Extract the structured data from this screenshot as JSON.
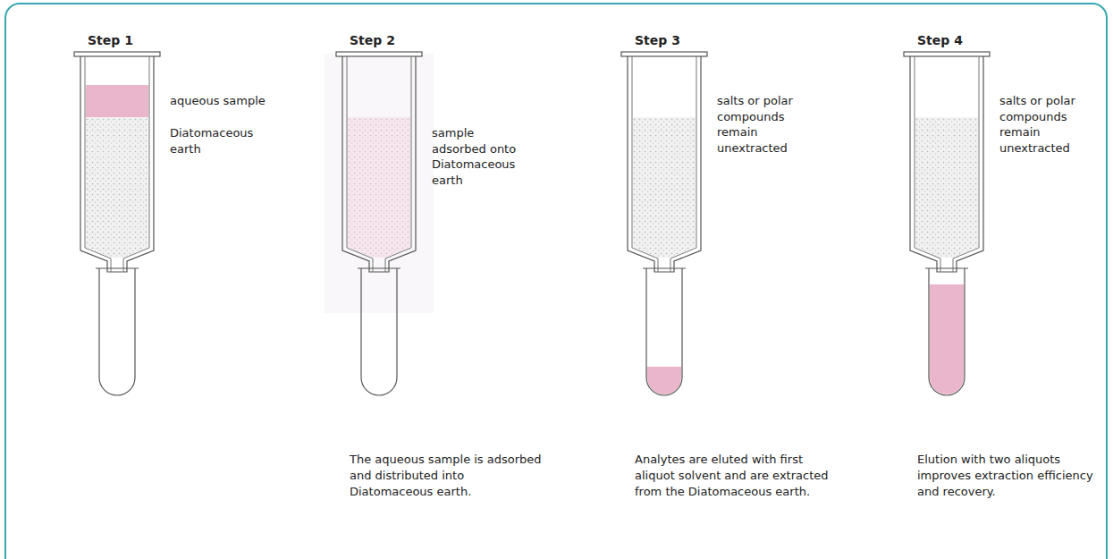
{
  "diagram": {
    "labels": [
      "Step 1",
      "Step 2",
      "Step 3",
      "Step 4",
      "aqueous sample",
      "Diatomaceous earth",
      "sample adsorbed onto Diatomaceous earth",
      "salts or polar compounds remain unextracted",
      "salts or polar compounds remain unextracted",
      "The aqueous sample is adsorbed and distributed into Diatomaceous earth.",
      "Analytes are eluted with first aliquot solvent and are extracted from the Diatomaceous earth.",
      "Elution with two aliquots improves extraction efficiency and recovery."
    ]
  }
}
